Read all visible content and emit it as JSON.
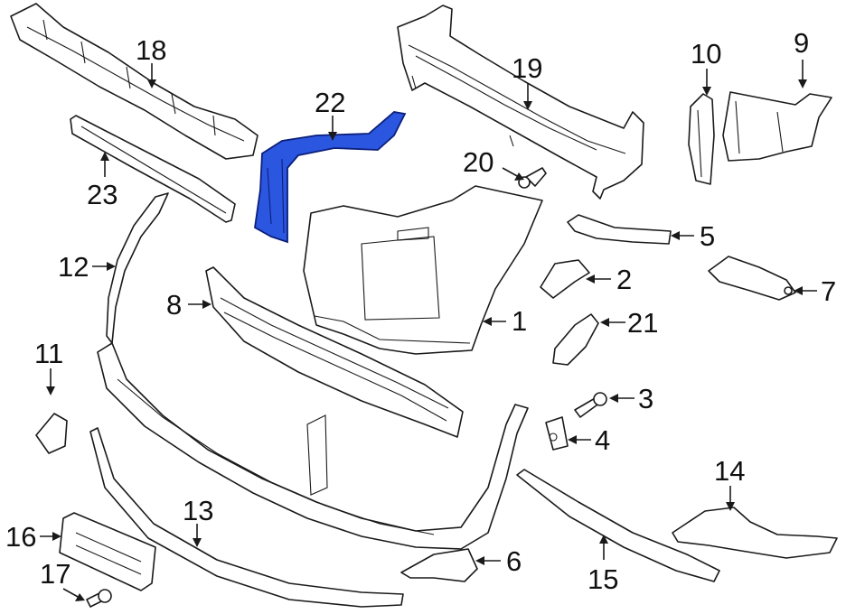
{
  "highlight_color": "#2b56e0",
  "callouts": [
    {
      "id": "p1",
      "label": "1"
    },
    {
      "id": "p2",
      "label": "2"
    },
    {
      "id": "p3",
      "label": "3"
    },
    {
      "id": "p4",
      "label": "4"
    },
    {
      "id": "p5",
      "label": "5"
    },
    {
      "id": "p6",
      "label": "6"
    },
    {
      "id": "p7",
      "label": "7"
    },
    {
      "id": "p8",
      "label": "8"
    },
    {
      "id": "p9",
      "label": "9"
    },
    {
      "id": "p10",
      "label": "10"
    },
    {
      "id": "p11",
      "label": "11"
    },
    {
      "id": "p12",
      "label": "12"
    },
    {
      "id": "p13",
      "label": "13"
    },
    {
      "id": "p14",
      "label": "14"
    },
    {
      "id": "p15",
      "label": "15"
    },
    {
      "id": "p16",
      "label": "16"
    },
    {
      "id": "p17",
      "label": "17"
    },
    {
      "id": "p18",
      "label": "18"
    },
    {
      "id": "p19",
      "label": "19"
    },
    {
      "id": "p20",
      "label": "20"
    },
    {
      "id": "p21",
      "label": "21"
    },
    {
      "id": "p22",
      "label": "22"
    },
    {
      "id": "p23",
      "label": "23"
    }
  ]
}
